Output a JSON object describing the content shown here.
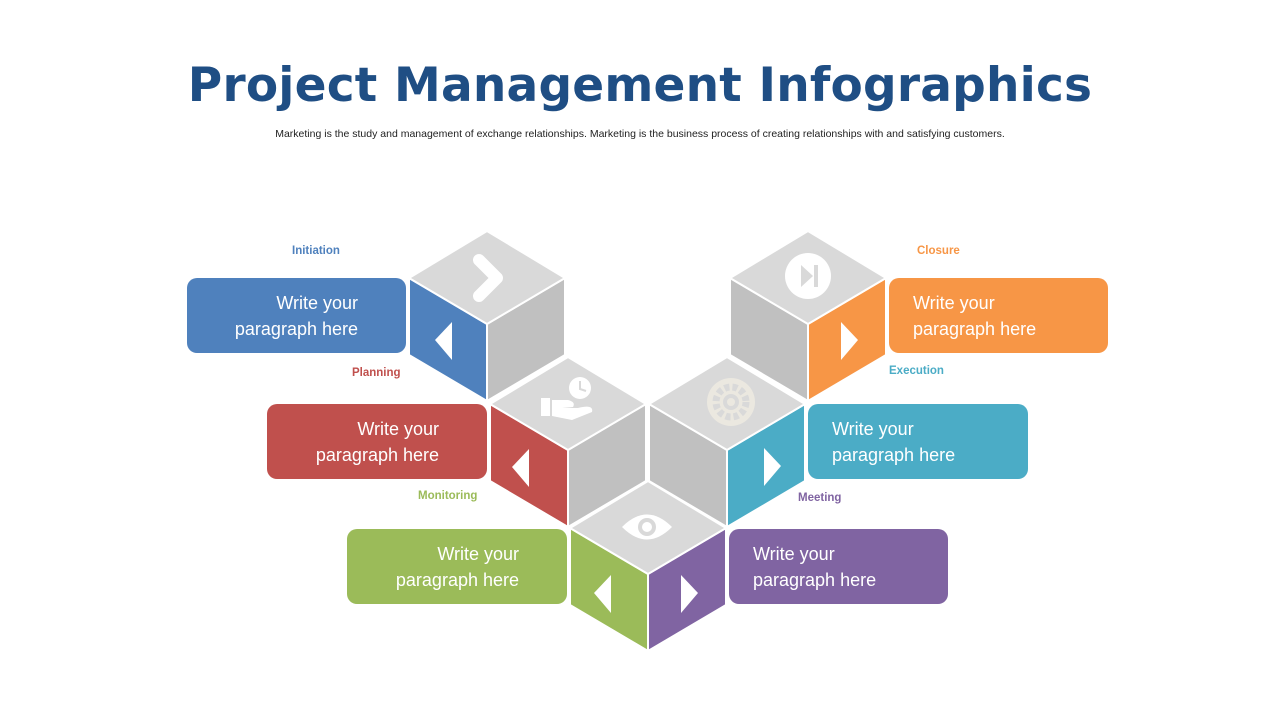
{
  "title": "Project Management Infographics",
  "subtitle": "Marketing is the study and management of exchange relationships. Marketing is the business process of creating relationships with and satisfying customers.",
  "steps": [
    {
      "label": "Initiation",
      "color": "#4f81bd",
      "line1": "Write your",
      "line2": "paragraph here",
      "icon": "chevron-right-icon"
    },
    {
      "label": "Planning",
      "color": "#c0504d",
      "line1": "Write your",
      "line2": "paragraph here",
      "icon": "hand-clock-icon"
    },
    {
      "label": "Monitoring",
      "color": "#9bbb59",
      "line1": "Write your",
      "line2": "paragraph here",
      "icon": "eye-icon"
    },
    {
      "label": "Meeting",
      "color": "#8064a2",
      "line1": "Write your",
      "line2": "paragraph here",
      "icon": "eye-icon"
    },
    {
      "label": "Execution",
      "color": "#4bacc6",
      "line1": "Write your",
      "line2": "paragraph here",
      "icon": "gear-icon"
    },
    {
      "label": "Closure",
      "color": "#f79646",
      "line1": "Write your",
      "line2": "paragraph here",
      "icon": "skip-forward-icon"
    }
  ],
  "cube_colors": {
    "top": "#d9d9d9",
    "side": "#c0c0c0",
    "stroke": "#ffffff"
  }
}
